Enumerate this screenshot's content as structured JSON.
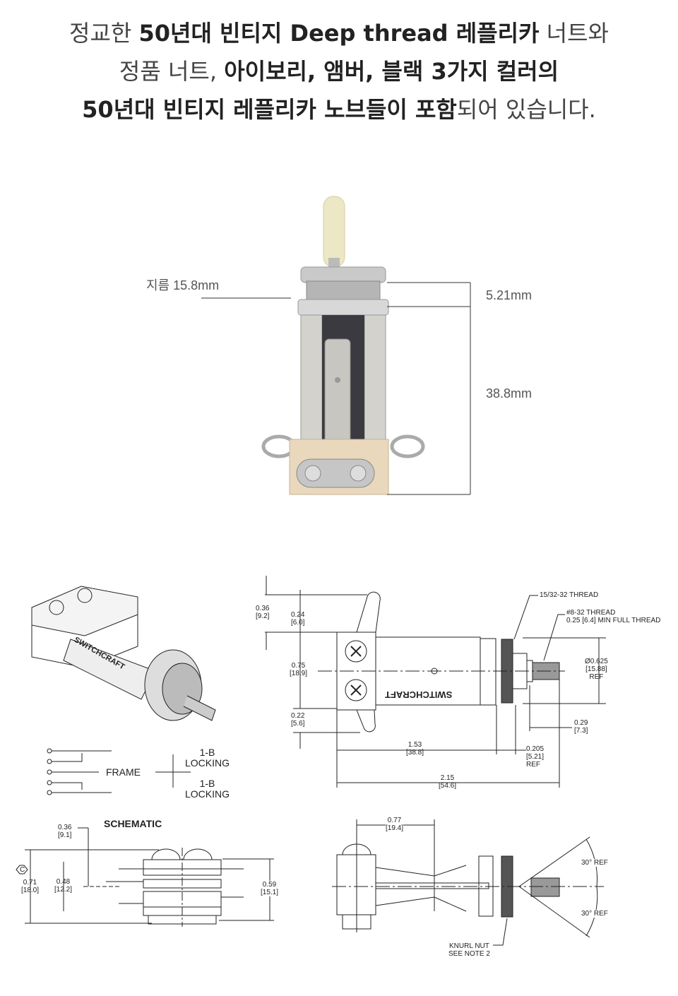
{
  "headline": {
    "line1": {
      "a": "정교한 ",
      "b": "50년대 빈티지 Deep thread 레플리카",
      "c": " 너트와"
    },
    "line2": {
      "a": "정품 너트, ",
      "b": "아이보리, 앰버, 블랙 3가지 컬러의"
    },
    "line3": {
      "a": "50년대 빈티지 레플리카 노브들이 포함",
      "b": "되어 있습니다."
    }
  },
  "photo_labels": {
    "diameter": "지름 15.8mm",
    "nut_height": "5.21mm",
    "body_length": "38.8mm"
  },
  "side_view": {
    "thread_1": "15/32-32 THREAD",
    "thread_2": "#8-32 THREAD",
    "thread_2_note": "0.25 [6.4] MIN FULL THREAD",
    "brand": "SWITCHCRAFT",
    "dims": {
      "d036": "0.36",
      "d036m": "[9.2]",
      "d024": "0.24",
      "d024m": "[6.0]",
      "d075": "0.75",
      "d075m": "[18.9]",
      "d022": "0.22",
      "d022m": "[5.6]",
      "d153": "1.53",
      "d153m": "[38.8]",
      "d0205": "0.205",
      "d0205m": "[5.21]",
      "d0205r": "REF",
      "d215": "2.15",
      "d215m": "[54.6]",
      "d029": "0.29",
      "d029m": "[7.3]",
      "ddia": "Ø0.625",
      "ddiam": "[15.88]",
      "ddiar": "REF"
    }
  },
  "schematic": {
    "title": "SCHEMATIC",
    "frame": "FRAME",
    "up_label": [
      "1-B",
      "LOCKING"
    ],
    "down_label": [
      "1-B",
      "LOCKING"
    ]
  },
  "end_view": {
    "symbol": "C",
    "dims": {
      "d036": "0.36",
      "d036m": "[9.1]",
      "d071": "0.71",
      "d071m": "[18.0]",
      "d048": "0.48",
      "d048m": "[12.2]",
      "d059": "0.59",
      "d059m": "[15.1]"
    }
  },
  "top_view": {
    "d077": "0.77",
    "d077m": "[19.4]",
    "angle_top": "30° REF",
    "angle_bottom": "30° REF",
    "knurl": "KNURL NUT",
    "note": "SEE NOTE 2"
  }
}
